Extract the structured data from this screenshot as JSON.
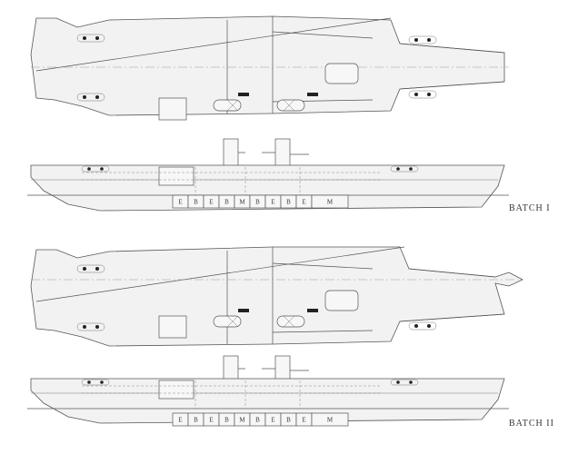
{
  "batches": [
    {
      "label": "BATCH I",
      "compartments": [
        "E",
        "B",
        "E",
        "B",
        "M",
        "B",
        "E",
        "B",
        "E",
        "M"
      ]
    },
    {
      "label": "BATCH II",
      "compartments": [
        "E",
        "B",
        "E",
        "B",
        "M",
        "B",
        "E",
        "B",
        "E",
        "M"
      ]
    }
  ]
}
